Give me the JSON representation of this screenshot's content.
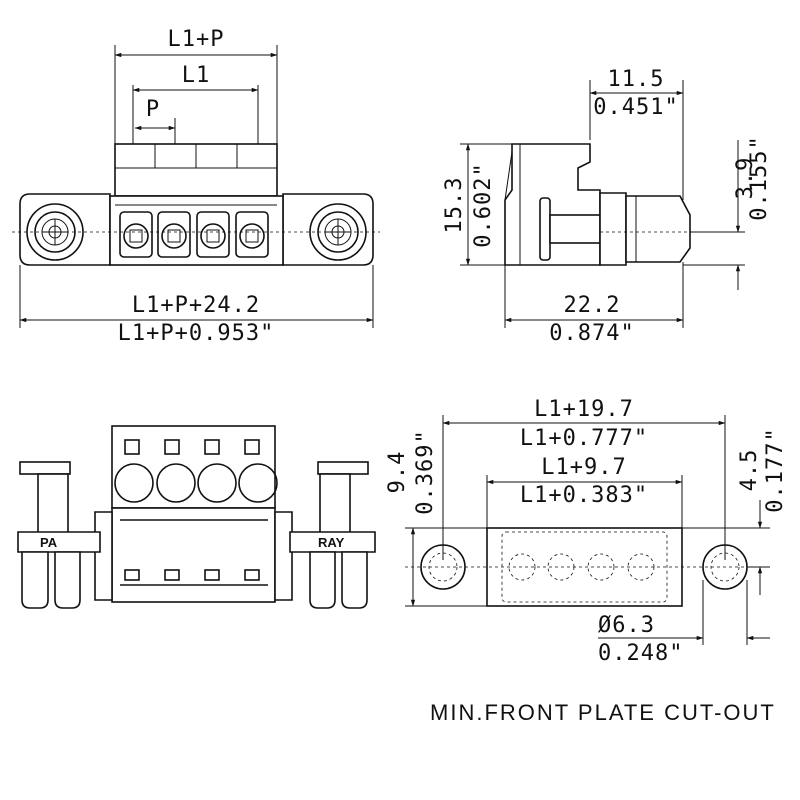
{
  "front_view": {
    "dim_top": "L1+P",
    "dim_mid": "L1",
    "dim_pitch": "P",
    "dim_bottom_mm": "L1+P+24.2",
    "dim_bottom_in": "L1+P+0.953\""
  },
  "side_view": {
    "dim_top_mm": "11.5",
    "dim_top_in": "0.451\"",
    "dim_height_mm": "15.3",
    "dim_height_in": "0.602\"",
    "dim_right_mm": "3.9",
    "dim_right_in": "0.155\"",
    "dim_bottom_mm": "22.2",
    "dim_bottom_in": "0.874\""
  },
  "rear_view": {
    "label_left": "PA",
    "label_right": "RAY"
  },
  "cutout_view": {
    "dim_outer_mm": "L1+19.7",
    "dim_outer_in": "L1+0.777\"",
    "dim_inner_mm": "L1+9.7",
    "dim_inner_in": "L1+0.383\"",
    "dim_left_mm": "9.4",
    "dim_left_in": "0.369\"",
    "dim_right_mm": "4.5",
    "dim_right_in": "0.177\"",
    "dim_hole_mm": "Ø6.3",
    "dim_hole_in": "0.248\""
  },
  "caption": "MIN.FRONT PLATE CUT-OUT"
}
